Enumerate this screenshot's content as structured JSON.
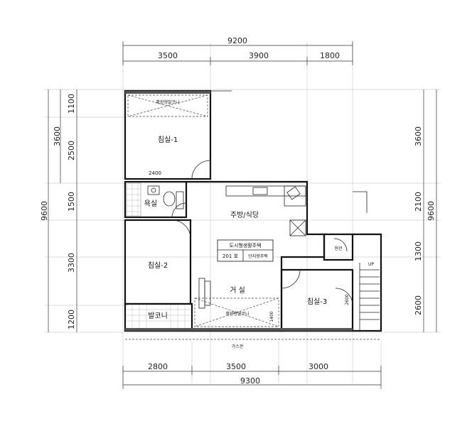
{
  "dimensions": {
    "top_total": "9200",
    "top_segments": [
      "3500",
      "3900",
      "1800"
    ],
    "bottom_segments": [
      "2800",
      "3500",
      "3000"
    ],
    "bottom_total": "9300",
    "left_total": "9600",
    "left_segments": [
      "1100",
      "2500",
      "1500",
      "3300",
      "1200"
    ],
    "left_group": "3600",
    "right_total": "9600",
    "right_segments": [
      "3600",
      "2100",
      "1300",
      "2600"
    ]
  },
  "rooms": {
    "bedroom1": "침실-1",
    "bathroom": "욕실",
    "kitchen": "주방/식당",
    "bedroom2": "침실-2",
    "living": "거 실",
    "bedroom3": "침실-3",
    "balcony": "발코니",
    "entrance": "현관"
  },
  "labels": {
    "extended_balcony_top": "확장형발코니",
    "extended_balcony_bottom": "확장형발코니",
    "dim_2400": "2400",
    "dim_1400": "1400",
    "dim_2600_inner": "2600",
    "gas_pipe": "가스관",
    "up": "UP"
  },
  "info_box": {
    "title": "도시형생활주택",
    "unit": "201 호",
    "type": "단지형주택"
  }
}
